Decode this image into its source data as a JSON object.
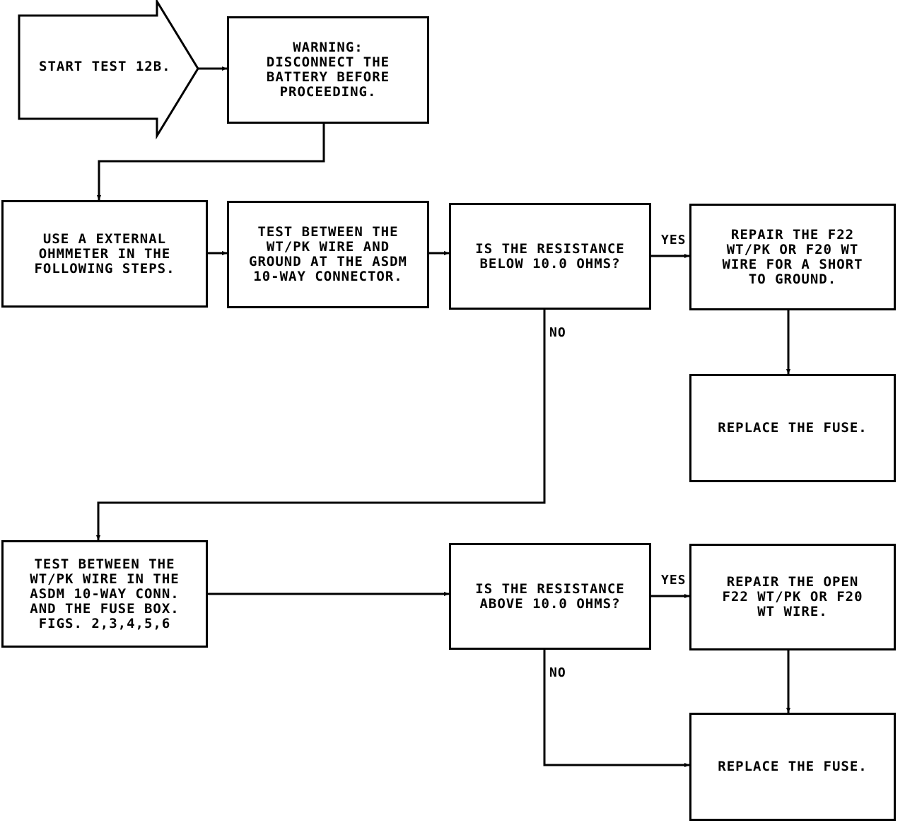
{
  "start": {
    "label": "START TEST 12B."
  },
  "boxes": {
    "warning": "WARNING:\nDISCONNECT THE\nBATTERY BEFORE\nPROCEEDING.",
    "ohmmeter": "USE A EXTERNAL\nOHMMETER IN THE\nFOLLOWING STEPS.",
    "test_ground": "TEST BETWEEN THE\nWT/PK WIRE AND\nGROUND AT THE ASDM\n10-WAY CONNECTOR.",
    "decision_below": "IS THE RESISTANCE\nBELOW 10.0 OHMS?",
    "repair_short": "REPAIR THE F22\nWT/PK OR F20 WT\nWIRE FOR A SHORT\nTO GROUND.",
    "replace_fuse_1": "REPLACE THE FUSE.",
    "test_fuse_box": "TEST BETWEEN THE\nWT/PK WIRE IN THE\nASDM 10-WAY CONN.\nAND THE FUSE BOX.\nFIGS. 2,3,4,5,6",
    "decision_above": "IS THE RESISTANCE\nABOVE 10.0 OHMS?",
    "repair_open": "REPAIR THE OPEN\nF22 WT/PK OR F20\nWT WIRE.",
    "replace_fuse_2": "REPLACE THE FUSE."
  },
  "labels": {
    "yes_1": "YES",
    "no_1": "NO",
    "yes_2": "YES",
    "no_2": "NO"
  }
}
